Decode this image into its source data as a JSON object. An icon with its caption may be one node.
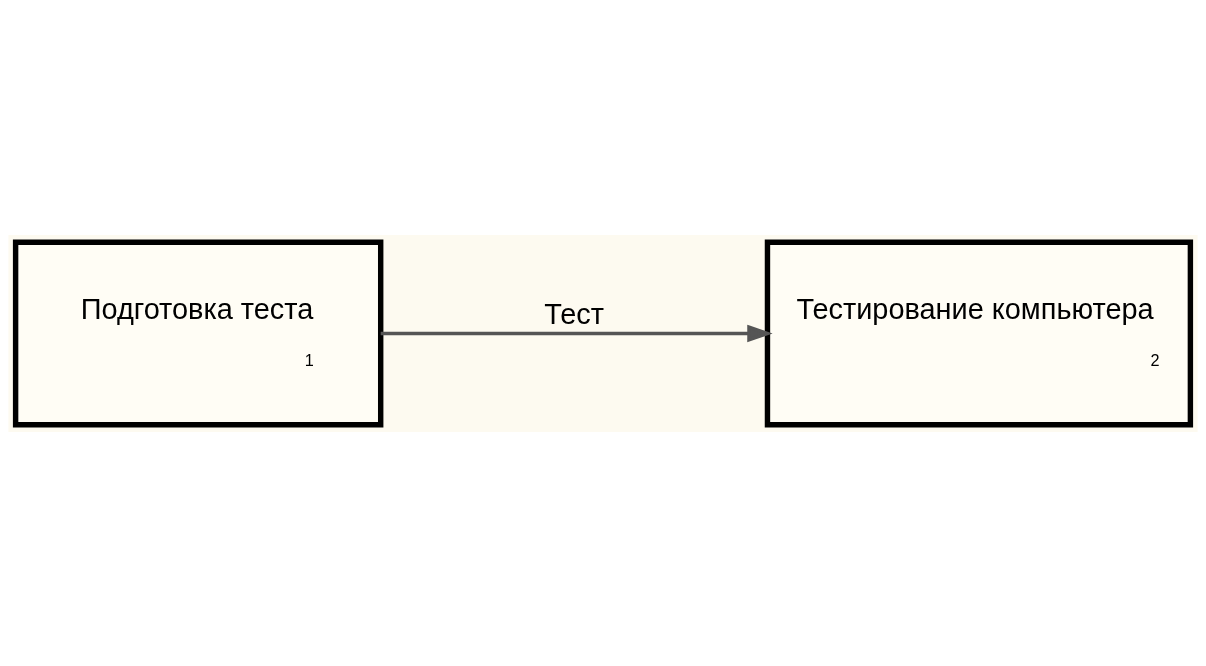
{
  "diagram": {
    "nodes": [
      {
        "text": [
          "Подготовка теста",
          "1"
        ]
      },
      {
        "text": [
          "Тестирование компьютера",
          "2"
        ]
      }
    ],
    "edges": [
      {
        "from": 0,
        "to": 1,
        "arrow": "to",
        "label": "Тест"
      }
    ]
  }
}
